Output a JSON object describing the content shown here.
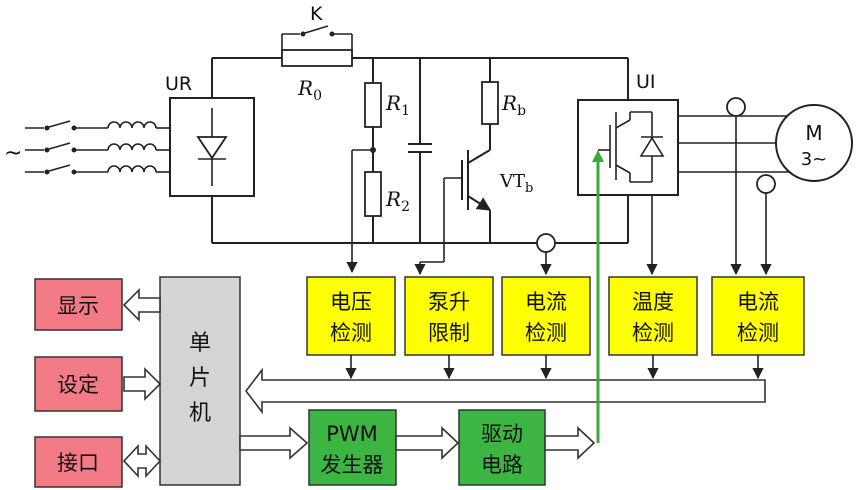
{
  "labels": {
    "rectifier": "UR",
    "inverter": "UI",
    "switch_k": "K",
    "r0_main": "R",
    "r0_sub": "0",
    "r1_main": "R",
    "r1_sub": "1",
    "r2_main": "R",
    "r2_sub": "2",
    "rb_main": "R",
    "rb_sub": "b",
    "vtb_main": "VT",
    "vtb_sub": "b",
    "motor_line1": "M",
    "motor_line2": "3~",
    "ac_source": "~"
  },
  "blocks": {
    "voltage_detect": [
      "电压",
      "检测"
    ],
    "pump_limit": [
      "泵升",
      "限制"
    ],
    "current_detect_dc": [
      "电流",
      "检测"
    ],
    "temp_detect": [
      "温度",
      "检测"
    ],
    "current_detect_ac": [
      "电流",
      "检测"
    ],
    "display": "显示",
    "setting": "设定",
    "interface": "接口",
    "mcu": [
      "单",
      "片",
      "机"
    ],
    "pwm": [
      "PWM",
      "发生器"
    ],
    "driver": [
      "驱动",
      "电路"
    ]
  },
  "colors": {
    "yellow_block": "#ffff00",
    "red_block": "#f27b86",
    "green_block": "#3db543",
    "gray_block": "#d4d4d4",
    "signal_green": "#3aa83a"
  }
}
